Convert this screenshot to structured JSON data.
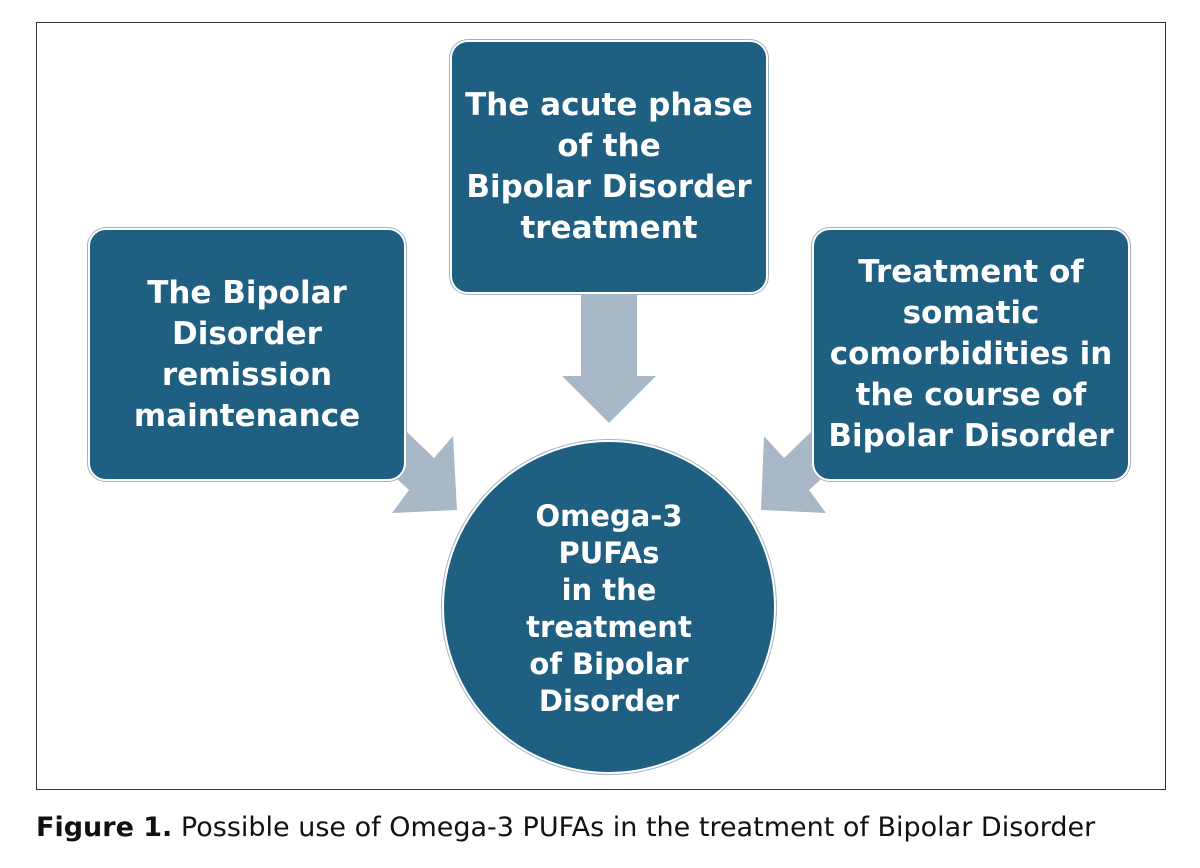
{
  "colors": {
    "node_fill": "#1f5f82",
    "arrow_fill": "#a8b8c6"
  },
  "diagram": {
    "top_box": "The acute phase\nof the\nBipolar Disorder\ntreatment",
    "left_box": "The Bipolar\nDisorder\nremission\nmaintenance",
    "right_box": "Treatment of\nsomatic\ncomorbidities in\nthe course of\nBipolar Disorder",
    "center_circle": "Omega-3\nPUFAs\nin the\ntreatment\nof Bipolar\nDisorder"
  },
  "caption": {
    "label": "Figure 1.",
    "text": " Possible use of Omega-3 PUFAs in the treatment of Bipolar Disorder"
  }
}
